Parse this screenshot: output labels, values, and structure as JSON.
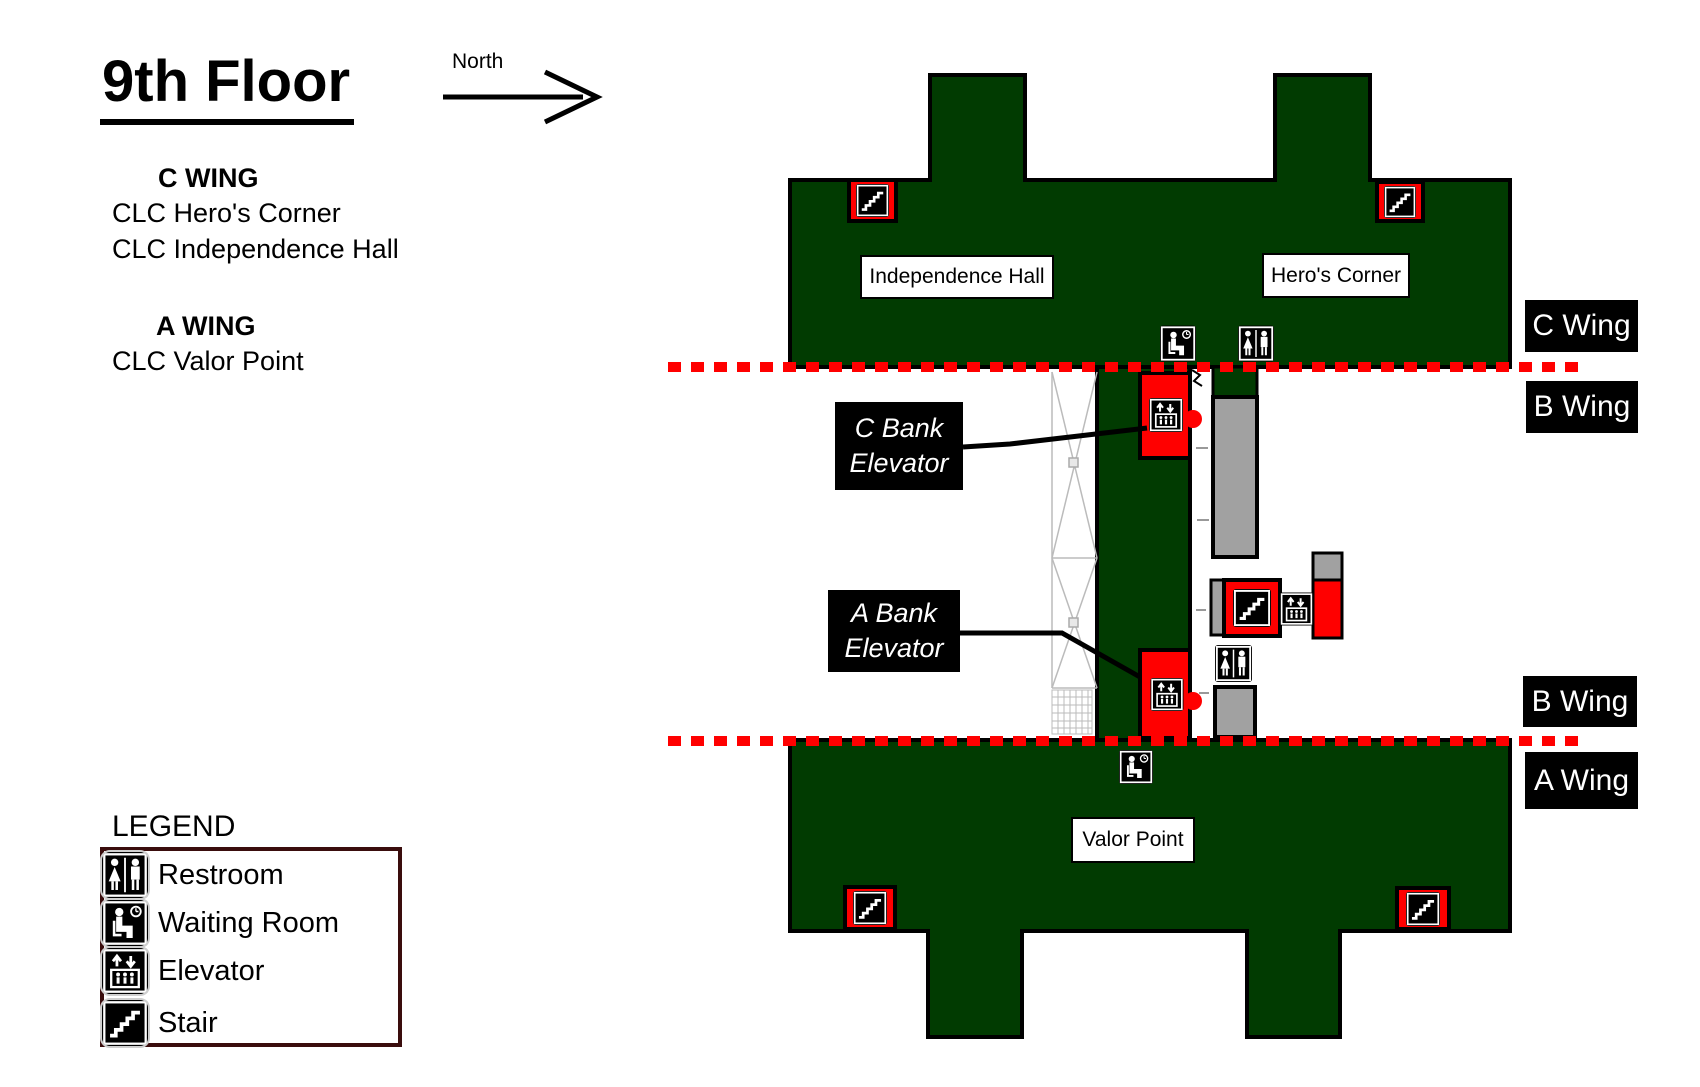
{
  "title": "9th Floor",
  "compass": {
    "label": "North",
    "direction": "right"
  },
  "wing_directory": {
    "c_wing": {
      "heading": "C WING",
      "rooms": [
        "CLC Hero's Corner",
        "CLC Independence Hall"
      ]
    },
    "a_wing": {
      "heading": "A WING",
      "rooms": [
        "CLC Valor Point"
      ]
    }
  },
  "legend": {
    "title": "LEGEND",
    "items": [
      {
        "icon": "restroom-icon",
        "label": "Restroom"
      },
      {
        "icon": "waiting-room-icon",
        "label": "Waiting Room"
      },
      {
        "icon": "elevator-icon",
        "label": "Elevator"
      },
      {
        "icon": "stair-icon",
        "label": "Stair"
      }
    ]
  },
  "map": {
    "floor_labels": {
      "independence_hall": "Independence Hall",
      "heros_corner": "Hero's Corner",
      "valor_point": "Valor Point"
    },
    "wing_labels": {
      "c": "C Wing",
      "b_upper": "B Wing",
      "b_lower": "B Wing",
      "a": "A Wing"
    },
    "callouts": {
      "c_bank": {
        "line1": "C Bank",
        "line2": "Elevator"
      },
      "a_bank": {
        "line1": "A Bank",
        "line2": "Elevator"
      }
    },
    "colors": {
      "building_green": "#013b01",
      "marker_red": "#ff0000",
      "divider_red": "#ff0000",
      "gray_block": "#a1a1a1",
      "legend_border": "#3a0d0d",
      "label_black": "#000000"
    }
  }
}
